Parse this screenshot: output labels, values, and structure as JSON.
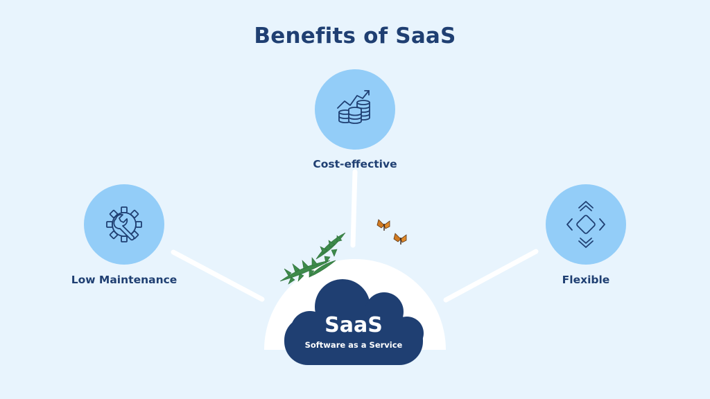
{
  "title": "Benefits of SaaS",
  "center": {
    "title": "SaaS",
    "subtitle": "Software as a Service"
  },
  "benefits": [
    {
      "label": "Cost-effective",
      "icon": "coins-chart-icon"
    },
    {
      "label": "Low Maintenance",
      "icon": "gear-wrench-icon"
    },
    {
      "label": "Flexible",
      "icon": "expand-diamond-icon"
    }
  ],
  "colors": {
    "background": "#e8f4fd",
    "accent_navy": "#1f3f72",
    "node_fill": "#93cdf8",
    "connector": "#ffffff",
    "cloud": "#1f3f72"
  }
}
